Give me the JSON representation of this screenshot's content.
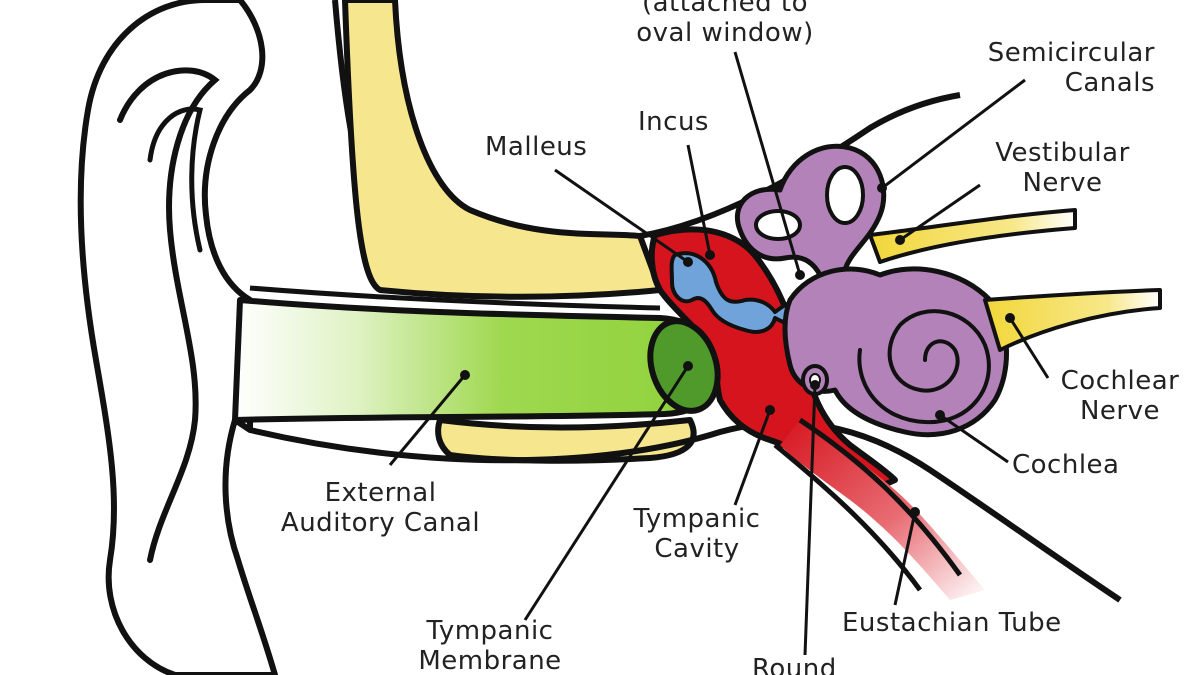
{
  "colors": {
    "outline": "#111111",
    "bone_yellow": "#f6e68e",
    "canal_green": "#8fd13a",
    "membrane_green": "#4f9a2a",
    "middle_ear_red": "#d6141e",
    "ossicle_blue": "#6fa3d9",
    "inner_ear_purple": "#b282b8",
    "nerve_yellow": "#f2d73a",
    "tube_pink": "#e66a72"
  },
  "labels": {
    "stapes": [
      "(attached to",
      "oval window)"
    ],
    "semicircular_canals": [
      "Semicircular",
      "Canals"
    ],
    "malleus": [
      "Malleus"
    ],
    "incus": [
      "Incus"
    ],
    "vestibular_nerve": [
      "Vestibular",
      "Nerve"
    ],
    "cochlear_nerve": [
      "Cochlear",
      "Nerve"
    ],
    "cochlea": [
      "Cochlea"
    ],
    "external_auditory_canal": [
      "External",
      "Auditory Canal"
    ],
    "tympanic_cavity": [
      "Tympanic",
      "Cavity"
    ],
    "eustachian_tube": [
      "Eustachian Tube"
    ],
    "tympanic_membrane": [
      "Tympanic",
      "Membrane"
    ],
    "round_window": [
      "Round"
    ]
  }
}
